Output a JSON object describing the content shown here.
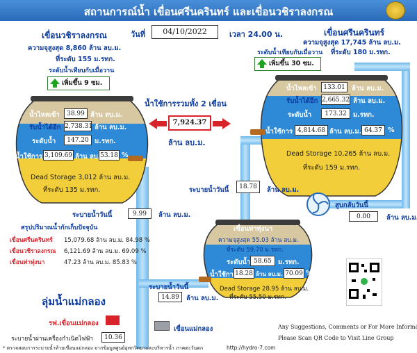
{
  "header": {
    "title": "สถานการณ์น้ำ  เขื่อนศรีนครินทร์  และเขื่อนวชิราลงกรณ"
  },
  "date": {
    "label": "วันที่",
    "value": "04/10/2022",
    "time": "เวลา 24.00 น."
  },
  "vajiralongkorn": {
    "name": "เขื่อนวชิราลงกรณ",
    "capacity": "ความจุสูงสุด 8,860 ล้าน ลบ.ม.",
    "level_max": "ที่ระดับ 155 ม.รทก.",
    "compare_label": "ระดับน้ำเทียบกับเมื่อวาน",
    "change": "เพิ่มขึ้น 9 ซม.",
    "inflow_label": "น้ำไหลเข้า",
    "inflow": "38.99",
    "receivable_label": "รับน้ำได้อีก",
    "receivable": "2,738.31",
    "level_label": "ระดับน้ำ",
    "level": "147.20",
    "usable_label": "น้ำใช้การ",
    "usable": "3,109.69",
    "usable_pct": "53.18",
    "dead_storage": "Dead Storage 3,012 ล้าน ลบ.ม.",
    "dead_level": "ที่ระดับ 135 ม.รทก.",
    "release_label": "ระบายน้ำวันนี้",
    "release": "9.99"
  },
  "srinagarind": {
    "name": "เขื่อนศรีนครินทร์",
    "capacity": "ความจุสูงสุด 17,745 ล้าน ลบ.ม.",
    "level_max": "ที่ระดับ 180 ม.รทก.",
    "compare_label": "ระดับน้ำเทียบกับเมื่อวาน",
    "change": "เพิ่มขึ้น 30 ซม.",
    "inflow_label": "น้ำไหลเข้า",
    "inflow": "133.01",
    "receivable_label": "รับน้ำได้อีก",
    "receivable": "2,665.32",
    "level_label": "ระดับน้ำ",
    "level": "173.32",
    "usable_label": "น้ำใช้การ",
    "usable": "4,814.68",
    "usable_pct": "64.37",
    "dead_storage": "Dead Storage 10,265 ล้าน ลบ.ม.",
    "dead_level": "ที่ระดับ 159 ม.รทก.",
    "release_label": "ระบายน้ำวันนี้",
    "release": "18.78",
    "pumpback_label": "สูบกลับวันนี้",
    "pumpback": "0.00"
  },
  "combined": {
    "label": "น้ำใช้การรวมทั้ง 2 เขื่อน",
    "value": "7,924.37",
    "unit": "ล้าน ลบ.ม."
  },
  "thaphon": {
    "name": "เขื่อนท่าทุ่งนา",
    "capacity": "ความจุสูงสุด 55.03 ล้าน ลบ.ม.",
    "level_max": "ที่ระดับ 59.70 ม.รทก.",
    "level_label": "ระดับน้ำ",
    "level": "58.65",
    "usable_label": "น้ำใช้การ",
    "usable": "18.28",
    "usable_pct": "70.09",
    "dead_storage": "Dead Storage 28.95 ล้าน ลบ.ม.",
    "dead_level": "ที่ระดับ 55.50 ม.รทก.",
    "release_label": "ระบายน้ำวันนี้",
    "release": "14.89"
  },
  "summary": {
    "title": "สรุปปริมาณน้ำกักเก็บปัจจุบัน",
    "rows": [
      {
        "name": "เขื่อนศรีนครินทร์",
        "value": "15,079.68 ล้าน ลบ.ม. 84.98 %"
      },
      {
        "name": "เขื่อนวชิราลงกรณ",
        "value": "6,121.69 ล้าน ลบ.ม. 69.09 %"
      },
      {
        "name": "เขื่อนท่าทุ่งนา",
        "value": "47.23 ล้าน ลบ.ม. 85.83 %"
      }
    ]
  },
  "basin": {
    "title": "ลุ่มน้ำแม่กลอง",
    "plant_label": "รฟ.เขื่อนแม่กลอง",
    "plant_release_label": "ระบายน้ำผ่านเครื่องกำเนิดไฟฟ้า",
    "plant_release": "10.36",
    "maeklong_dam": "เขื่อนแม่กลอง"
  },
  "units": {
    "mcm": "ล้าน ลบ.ม.",
    "msl": "ม.รทก.",
    "pct": "%"
  },
  "footer": {
    "note": "* ตรวจสอบการระบายน้ำท้ายเขื่อนแม่กลอง จากข้อมูลศูนย์อุทกวิทยาและบริหารน้ำ ภาคตะวันตก",
    "url": "http://hydro-7.com",
    "contact1": "Any Suggestions, Comments or For More Information",
    "contact2": "Please Scan QR Code to Visit Line Group"
  },
  "colors": {
    "header": "#2a6ab8",
    "tank_top": "#d7c8a2",
    "tank_water": "#2e8ad6",
    "tank_dead": "#f2cf3a",
    "pipe": "#8ecdf2",
    "title_text": "#0b3a9e",
    "arrow_red": "#d9232a"
  }
}
